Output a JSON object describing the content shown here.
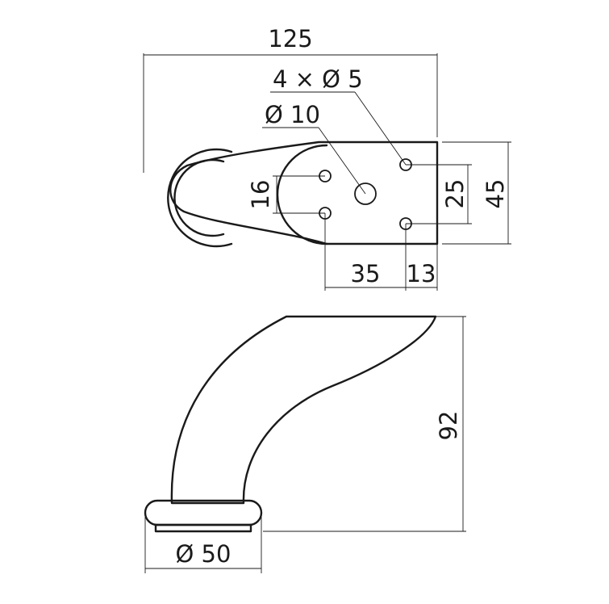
{
  "dimensions": {
    "overall_length": "125",
    "holes": "4 × Ø 5",
    "center_hole": "Ø 10",
    "hole_spacing_vertical_small": "16",
    "hole_spacing_vertical_large": "25",
    "plate_height": "45",
    "hole_offset_horizontal": "35",
    "edge_offset": "13",
    "height": "92",
    "base_diameter": "Ø 50"
  }
}
